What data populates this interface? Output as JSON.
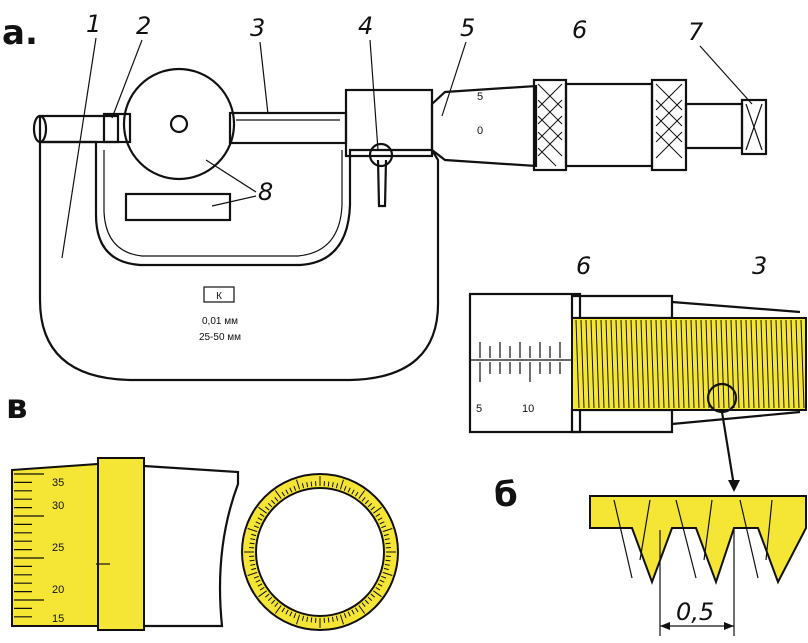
{
  "panels": {
    "a": "а.",
    "b": "б",
    "v": "в"
  },
  "callouts": [
    "1",
    "2",
    "3",
    "4",
    "5",
    "6",
    "7",
    "8"
  ],
  "sectionCallouts": [
    "6",
    "3"
  ],
  "body": {
    "mark": "К",
    "accuracy": "0,01 мм",
    "range": "25-50 мм"
  },
  "sleeveScale": [
    "5",
    "10"
  ],
  "thimble": {
    "main": [
      "0",
      "5"
    ],
    "detail": [
      "35",
      "30",
      "25",
      "20",
      "15"
    ]
  },
  "pitch": "0,5",
  "colors": {
    "accent": "#f5e636",
    "ink": "#111111"
  }
}
